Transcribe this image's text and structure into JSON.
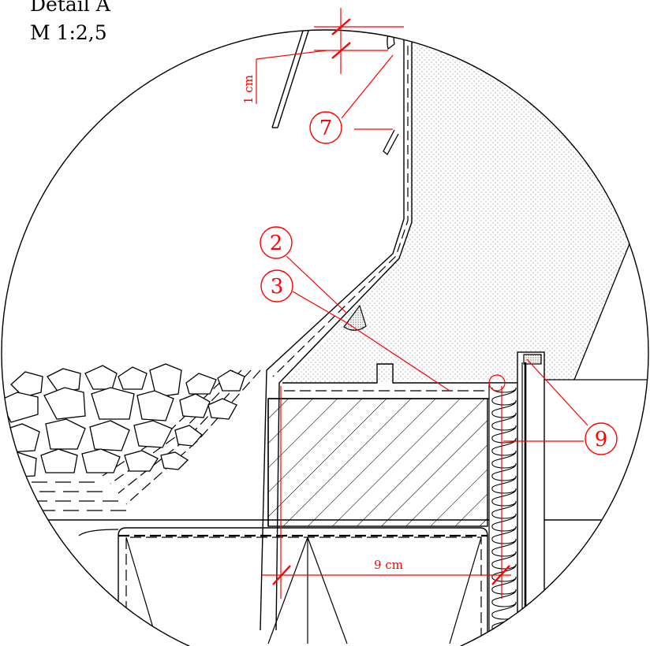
{
  "title": {
    "line1": "Detail A",
    "line2": "M 1:2,5"
  },
  "dimensions": {
    "height_label": "1 cm",
    "width_label": "9 cm"
  },
  "callouts": [
    {
      "id": "callout-7",
      "label": "7"
    },
    {
      "id": "callout-2",
      "label": "2"
    },
    {
      "id": "callout-3",
      "label": "3"
    },
    {
      "id": "callout-9",
      "label": "9"
    }
  ],
  "colors": {
    "annotation": "#ff0000",
    "linework": "#000000",
    "background": "#ffffff"
  }
}
